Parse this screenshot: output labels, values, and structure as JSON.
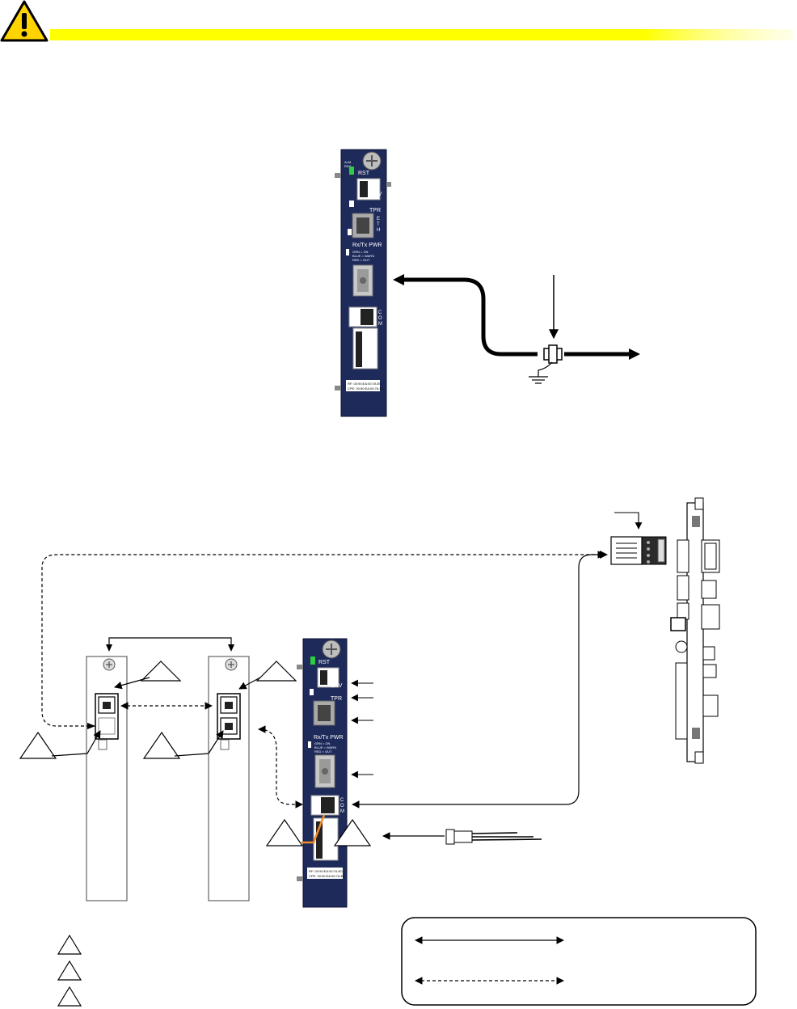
{
  "colors": {
    "warning_bar": "#ffff00",
    "warning_icon": "#ffd400",
    "panel_blue": "#1e2a5a",
    "orange_cable": "#f28c28",
    "line": "#000000"
  },
  "icons": {
    "warning": "warning-triangle-icon",
    "ground": "ground-symbol-icon"
  },
  "top_card": {
    "labels": {
      "rst": "RST",
      "env": "ENV",
      "tpr": "TPR",
      "eth": "E\nT\nH",
      "rxtx": "Rx/Tx PWR",
      "legend_lines": [
        "GRN = ON",
        "BLUE = WARN",
        "RED = OUT"
      ],
      "com": "C\nO\nM",
      "rf_line": "RF: 00:90:EA:00:7A:E0",
      "cpe_line": "CPE: 00:90:EA:00:7A:E1",
      "alm": "ALM",
      "rdy": "RDY"
    }
  },
  "bottom_card": {
    "labels": {
      "rst": "RST",
      "env": "ENV",
      "tpr": "TPR",
      "rxtx": "Rx/Tx PWR",
      "legend_lines": [
        "GRN = ON",
        "BLUE = WARN",
        "RED = OUT"
      ],
      "com": "C\nO\nM",
      "rf_line": "RF: 00:90:EA:00:7A:E0",
      "cpe_line": "CPE: 00:90:EA:00:7A:E1"
    }
  }
}
